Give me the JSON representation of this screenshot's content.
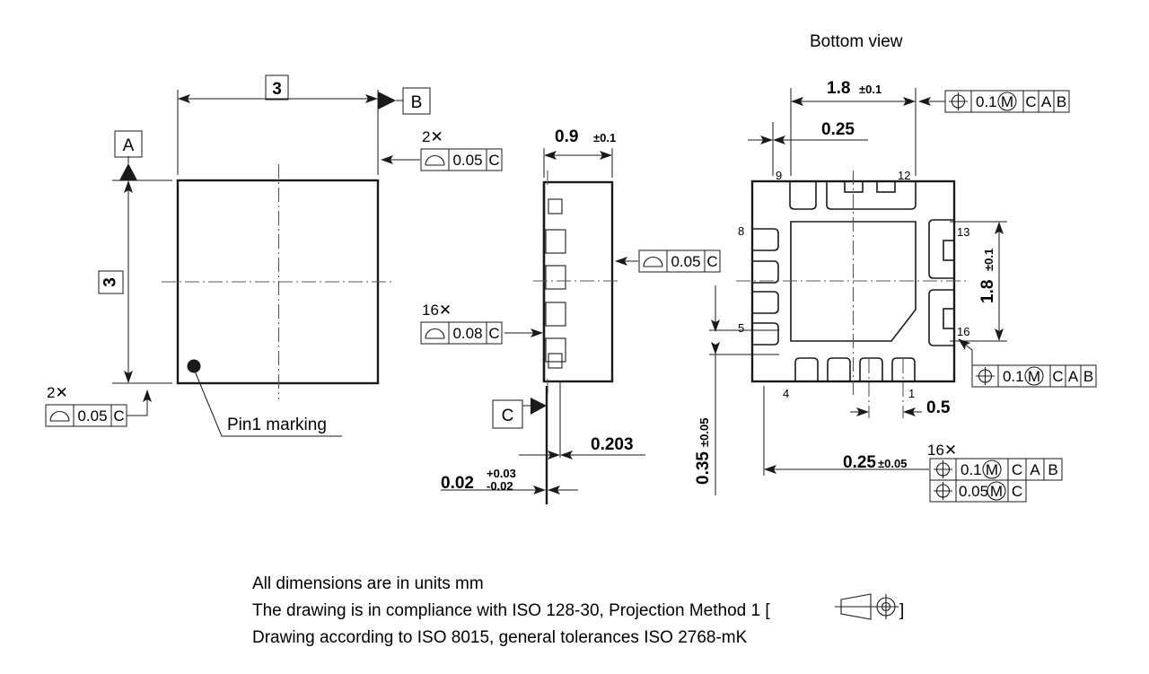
{
  "drawing": {
    "title_bottom_view": "Bottom view",
    "pin1_label": "Pin1 marking",
    "notes": [
      "All dimensions are in units mm",
      "The drawing is in compliance with ISO 128-30, Projection Method 1 [",
      "Drawing according to ISO 8015, general tolerances ISO 2768-mK"
    ],
    "note2_suffix": "]",
    "projection_symbol": "first-angle-projection-symbol"
  },
  "top_view": {
    "datum_b": "B",
    "datum_a": "A",
    "dim_width": "3",
    "dim_height": "3",
    "fcf_top": {
      "multiplier": "2✕",
      "symbol": "flatness-profile-symbol",
      "tolerance": "0.05",
      "datum": "C"
    },
    "fcf_left": {
      "multiplier": "2✕",
      "symbol": "flatness-profile-symbol",
      "tolerance": "0.05",
      "datum": "C"
    }
  },
  "side_view": {
    "dim_height": "0.9",
    "dim_height_tol": "±0.1",
    "datum_c": "C",
    "dim_lead_len": "0.203",
    "dim_standoff": "0.02",
    "dim_standoff_tol_plus": "+0.03",
    "dim_standoff_tol_minus": "-0.02",
    "fcf_right": {
      "symbol": "flatness-profile-symbol",
      "tolerance": "0.05",
      "datum": "C"
    },
    "fcf_left_16x": {
      "multiplier": "16✕",
      "symbol": "flatness-profile-symbol",
      "tolerance": "0.08",
      "datum": "C"
    }
  },
  "bottom_view": {
    "dim_pad_x": "1.8",
    "dim_pad_x_tol": "±0.1",
    "dim_offset_025": "0.25",
    "dim_pad_y": "1.8",
    "dim_pad_y_tol": "±0.1",
    "dim_lead_h": "0.35",
    "dim_lead_h_tol": "±0.05",
    "dim_pitch": "0.5",
    "dim_lead_w": "0.25",
    "dim_lead_w_tol": "±0.05",
    "pin_numbers": [
      "9",
      "12",
      "8",
      "13",
      "5",
      "16",
      "4",
      "1"
    ],
    "fcf_top_right": {
      "symbol": "position-symbol",
      "tolerance": "0.1",
      "modifier": "M",
      "datums": [
        "C",
        "A",
        "B"
      ]
    },
    "fcf_mid_right": {
      "symbol": "position-symbol",
      "tolerance": "0.1",
      "modifier": "M",
      "datums": [
        "C",
        "A",
        "B"
      ]
    },
    "fcf_bottom": {
      "multiplier": "16✕",
      "row1": {
        "symbol": "position-symbol",
        "tolerance": "0.1",
        "modifier": "M",
        "datums": [
          "C",
          "A",
          "B"
        ]
      },
      "row2": {
        "symbol": "position-symbol",
        "tolerance": "0.05",
        "modifier": "M",
        "datums": [
          "C"
        ]
      }
    }
  },
  "colors": {
    "line": "#1a1a1a",
    "center_line": "#555555",
    "background": "#ffffff"
  }
}
